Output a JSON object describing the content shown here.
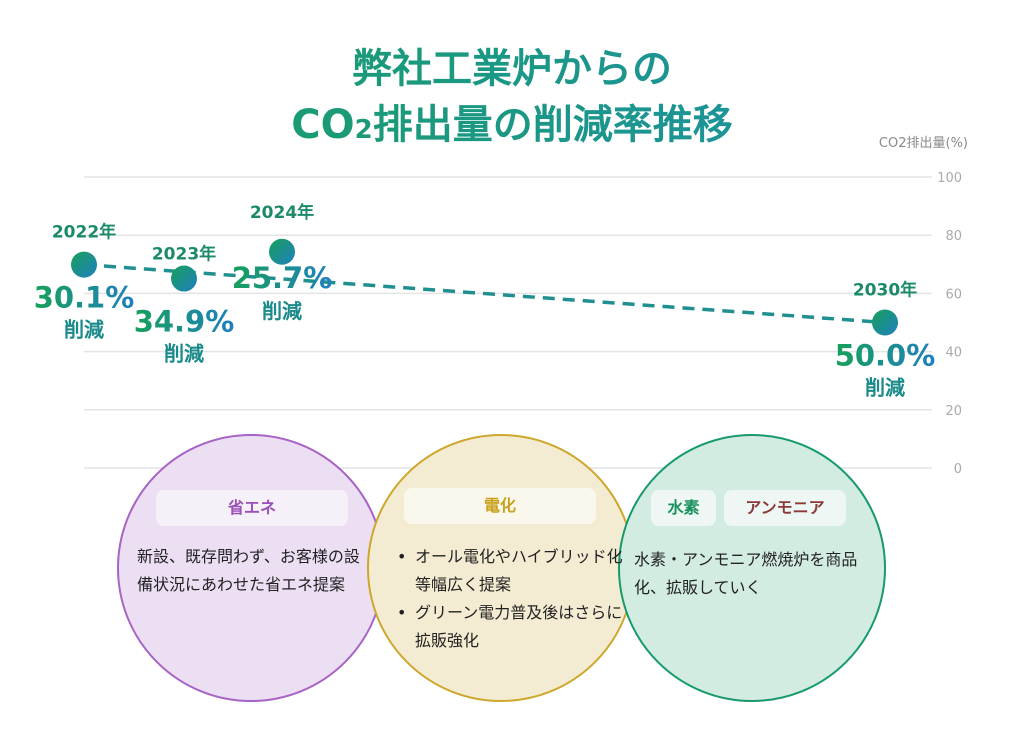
{
  "title": {
    "line1": "弊社工業炉からの",
    "line2_a": "CO",
    "line2_sub": "2",
    "line2_b": "排出量の削減率推移"
  },
  "chart_data": {
    "type": "line",
    "ylabel": "CO2排出量(%)",
    "ylim": [
      0,
      100
    ],
    "yticks": [
      "100",
      "80",
      "60",
      "40",
      "20",
      "0"
    ],
    "grid": true,
    "axis_side": "right",
    "series": [
      {
        "points": [
          {
            "year": "2022年",
            "value": 69.9,
            "label": "30.1%",
            "suffix": "削減"
          },
          {
            "year": "2023年",
            "value": 65.1,
            "label": "34.9%",
            "suffix": "削減"
          },
          {
            "year": "2024年",
            "value": 74.3,
            "label": "25.7%",
            "suffix": "削減"
          },
          {
            "year": "2030年",
            "value": 50.0,
            "label": "50.0%",
            "suffix": "削減"
          }
        ]
      }
    ],
    "trend_line": "dashed",
    "colors": {
      "marker_start": "#17a05a",
      "marker_end": "#1f7fc0",
      "trend": "#1f8f8f",
      "grid": "#e4e4e4",
      "tick": "#aaaaaa"
    }
  },
  "circles": [
    {
      "tag": "省エネ",
      "text": "新設、既存問わず、お客様の設備状況にあわせた省エネ提案"
    },
    {
      "tag": "電化",
      "bullets": [
        "オール電化やハイブリッド化等幅広く提案",
        "グリーン電力普及後はさらに拡販強化"
      ]
    },
    {
      "tag_a": "水素",
      "tag_b": "アンモニア",
      "text": "水素・アンモニア燃焼炉を商品化、拡販していく"
    }
  ]
}
